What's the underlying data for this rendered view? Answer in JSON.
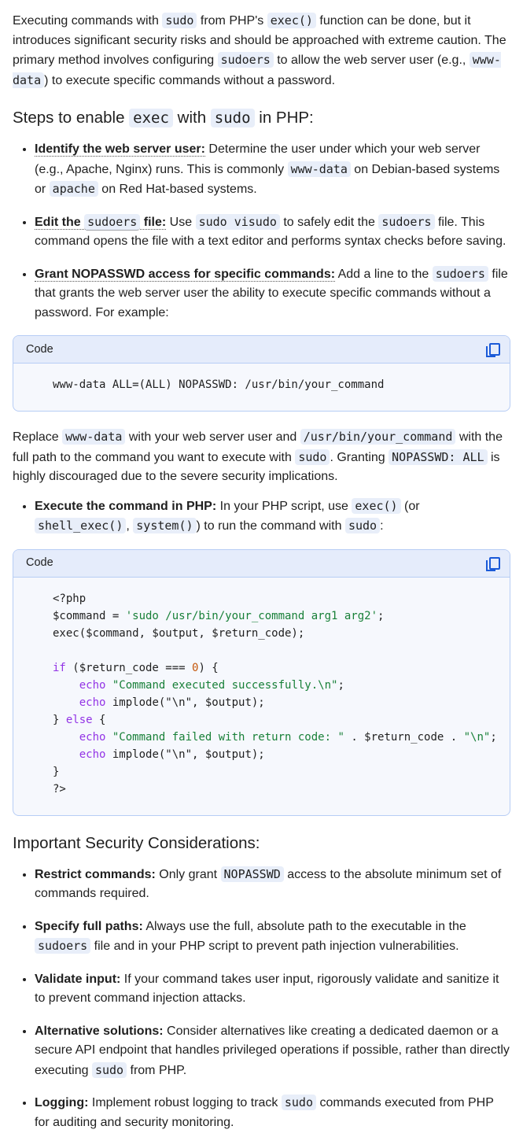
{
  "blocks": [
    {
      "type": "p",
      "segs": [
        {
          "t": "Executing commands with "
        },
        {
          "t": "sudo",
          "s": "c"
        },
        {
          "t": " from PHP's "
        },
        {
          "t": "exec()",
          "s": "c"
        },
        {
          "t": " function can be done, but it introduces significant security risks and should be approached with extreme caution. The primary method involves configuring "
        },
        {
          "t": "sudoers",
          "s": "c"
        },
        {
          "t": " to allow the web server user (e.g., "
        },
        {
          "t": "www-data",
          "s": "c"
        },
        {
          "t": ") to execute specific commands without a password."
        }
      ]
    },
    {
      "type": "h2",
      "segs": [
        {
          "t": "Steps to enable "
        },
        {
          "t": "exec",
          "s": "c"
        },
        {
          "t": " with "
        },
        {
          "t": "sudo",
          "s": "c"
        },
        {
          "t": " in PHP:"
        }
      ]
    },
    {
      "type": "ul",
      "items": [
        [
          {
            "t": "Identify the web server user:",
            "s": "bu"
          },
          {
            "t": " Determine the user under which your web server (e.g., Apache, Nginx) runs. This is commonly "
          },
          {
            "t": "www-data",
            "s": "c"
          },
          {
            "t": " on Debian-based systems or "
          },
          {
            "t": "apache",
            "s": "c"
          },
          {
            "t": " on Red Hat-based systems."
          }
        ],
        [
          {
            "t": "Edit the ",
            "s": "bu"
          },
          {
            "t": "sudoers",
            "s": "cu"
          },
          {
            "t": " file:",
            "s": "bu"
          },
          {
            "t": " Use "
          },
          {
            "t": "sudo visudo",
            "s": "c"
          },
          {
            "t": " to safely edit the "
          },
          {
            "t": "sudoers",
            "s": "c"
          },
          {
            "t": " file. This command opens the file with a text editor and performs syntax checks before saving."
          }
        ],
        [
          {
            "t": "Grant NOPASSWD access for specific commands:",
            "s": "bu"
          },
          {
            "t": " Add a line to the "
          },
          {
            "t": "sudoers",
            "s": "c"
          },
          {
            "t": " file that grants the web server user the ability to execute specific commands without a password. For example:"
          }
        ]
      ]
    },
    {
      "type": "code",
      "label": "Code",
      "lines": [
        [
          {
            "t": "www-data ALL=(ALL) NOPASSWD: /usr/bin/your_command"
          }
        ]
      ]
    },
    {
      "type": "p",
      "segs": [
        {
          "t": "Replace "
        },
        {
          "t": "www-data",
          "s": "c"
        },
        {
          "t": " with your web server user and "
        },
        {
          "t": "/usr/bin/your_command",
          "s": "c"
        },
        {
          "t": " with the full path to the command you want to execute with "
        },
        {
          "t": "sudo",
          "s": "c"
        },
        {
          "t": ". Granting "
        },
        {
          "t": "NOPASSWD: ALL",
          "s": "c"
        },
        {
          "t": " is highly discouraged due to the severe security implications."
        }
      ]
    },
    {
      "type": "ul",
      "items": [
        [
          {
            "t": "Execute the command in PHP:",
            "s": "b"
          },
          {
            "t": " In your PHP script, use "
          },
          {
            "t": "exec()",
            "s": "c"
          },
          {
            "t": " (or "
          },
          {
            "t": "shell_exec()",
            "s": "c"
          },
          {
            "t": ", "
          },
          {
            "t": "system()",
            "s": "c"
          },
          {
            "t": ") to run the command with "
          },
          {
            "t": "sudo",
            "s": "c"
          },
          {
            "t": ":"
          }
        ]
      ]
    },
    {
      "type": "code",
      "label": "Code",
      "lines": [
        [
          {
            "t": "<?php"
          }
        ],
        [
          {
            "t": "$command = "
          },
          {
            "t": "'sudo /usr/bin/your_command arg1 arg2'",
            "s": "s"
          },
          {
            "t": ";"
          }
        ],
        [
          {
            "t": "exec($command, $output, $return_code);"
          }
        ],
        [
          {
            "t": ""
          }
        ],
        [
          {
            "t": "if",
            "s": "k"
          },
          {
            "t": " ($return_code === "
          },
          {
            "t": "0",
            "s": "n"
          },
          {
            "t": ") {"
          }
        ],
        [
          {
            "t": "    "
          },
          {
            "t": "echo",
            "s": "k"
          },
          {
            "t": " "
          },
          {
            "t": "\"Command executed successfully.\\n\"",
            "s": "s"
          },
          {
            "t": ";"
          }
        ],
        [
          {
            "t": "    "
          },
          {
            "t": "echo",
            "s": "k"
          },
          {
            "t": " implode(\"\\n\", $output);"
          }
        ],
        [
          {
            "t": "} "
          },
          {
            "t": "else",
            "s": "k"
          },
          {
            "t": " {"
          }
        ],
        [
          {
            "t": "    "
          },
          {
            "t": "echo",
            "s": "k"
          },
          {
            "t": " "
          },
          {
            "t": "\"Command failed with return code: \"",
            "s": "s"
          },
          {
            "t": " . $return_code . "
          },
          {
            "t": "\"\\n\"",
            "s": "s"
          },
          {
            "t": ";"
          }
        ],
        [
          {
            "t": "    "
          },
          {
            "t": "echo",
            "s": "k"
          },
          {
            "t": " implode(\"\\n\", $output);"
          }
        ],
        [
          {
            "t": "}"
          }
        ],
        [
          {
            "t": "?>"
          }
        ]
      ]
    },
    {
      "type": "h2",
      "segs": [
        {
          "t": "Important Security Considerations:"
        }
      ]
    },
    {
      "type": "ul",
      "items": [
        [
          {
            "t": "Restrict commands:",
            "s": "b"
          },
          {
            "t": " Only grant "
          },
          {
            "t": "NOPASSWD",
            "s": "c"
          },
          {
            "t": " access to the absolute minimum set of commands required."
          }
        ],
        [
          {
            "t": "Specify full paths:",
            "s": "b"
          },
          {
            "t": " Always use the full, absolute path to the executable in the "
          },
          {
            "t": "sudoers",
            "s": "c"
          },
          {
            "t": " file and in your PHP script to prevent path injection vulnerabilities."
          }
        ],
        [
          {
            "t": "Validate input:",
            "s": "b"
          },
          {
            "t": " If your command takes user input, rigorously validate and sanitize it to prevent command injection attacks."
          }
        ],
        [
          {
            "t": "Alternative solutions:",
            "s": "b"
          },
          {
            "t": " Consider alternatives like creating a dedicated daemon or a secure API endpoint that handles privileged operations if possible, rather than directly executing "
          },
          {
            "t": "sudo",
            "s": "c"
          },
          {
            "t": " from PHP."
          }
        ],
        [
          {
            "t": "Logging:",
            "s": "b"
          },
          {
            "t": " Implement robust logging to track "
          },
          {
            "t": "sudo",
            "s": "c"
          },
          {
            "t": " commands executed from PHP for auditing and security monitoring."
          }
        ]
      ]
    }
  ]
}
